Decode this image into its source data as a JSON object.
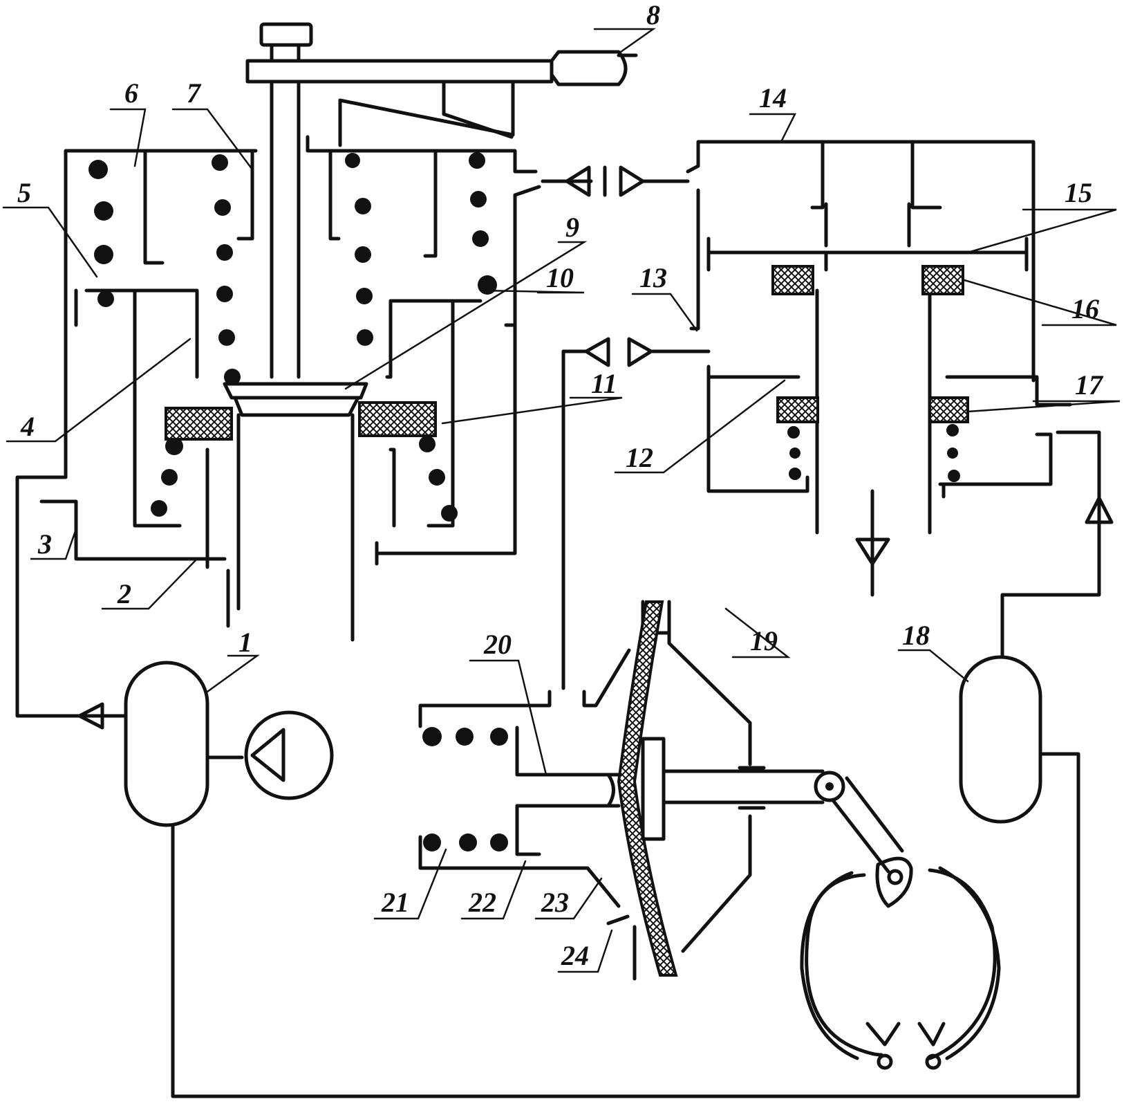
{
  "diagram": {
    "labels": {
      "l1": "1",
      "l2": "2",
      "l3": "3",
      "l4": "4",
      "l5": "5",
      "l6": "6",
      "l7": "7",
      "l8": "8",
      "l9": "9",
      "l10": "10",
      "l11": "11",
      "l12": "12",
      "l13": "13",
      "l14": "14",
      "l15": "15",
      "l16": "16",
      "l17": "17",
      "l18": "18",
      "l19": "19",
      "l20": "20",
      "l21": "21",
      "l22": "22",
      "l23": "23",
      "l24": "24"
    },
    "colors": {
      "ink": "#111111",
      "paper": "#ffffff"
    }
  }
}
